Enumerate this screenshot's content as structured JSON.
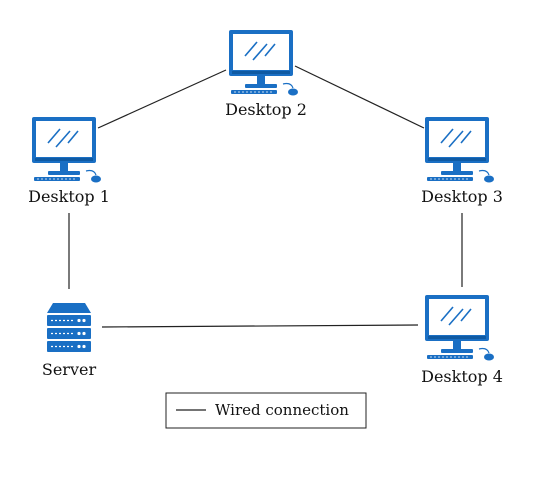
{
  "colors": {
    "device_blue": "#1a6fc4",
    "screen_light": "#ffffff",
    "line": "#222222",
    "text": "#111111"
  },
  "nodes": {
    "desktop1": {
      "label": "Desktop 1",
      "icon": "desktop-computer-icon"
    },
    "desktop2": {
      "label": "Desktop 2",
      "icon": "desktop-computer-icon"
    },
    "desktop3": {
      "label": "Desktop 3",
      "icon": "desktop-computer-icon"
    },
    "desktop4": {
      "label": "Desktop 4",
      "icon": "desktop-computer-icon"
    },
    "server": {
      "label": "Server",
      "icon": "server-rack-icon"
    }
  },
  "links": [
    {
      "from": "desktop1",
      "to": "desktop2",
      "type": "wired"
    },
    {
      "from": "desktop2",
      "to": "desktop3",
      "type": "wired"
    },
    {
      "from": "desktop3",
      "to": "desktop4",
      "type": "wired"
    },
    {
      "from": "desktop4",
      "to": "server",
      "type": "wired"
    },
    {
      "from": "server",
      "to": "desktop1",
      "type": "wired"
    }
  ],
  "legend": {
    "wired_label": "Wired connection"
  }
}
